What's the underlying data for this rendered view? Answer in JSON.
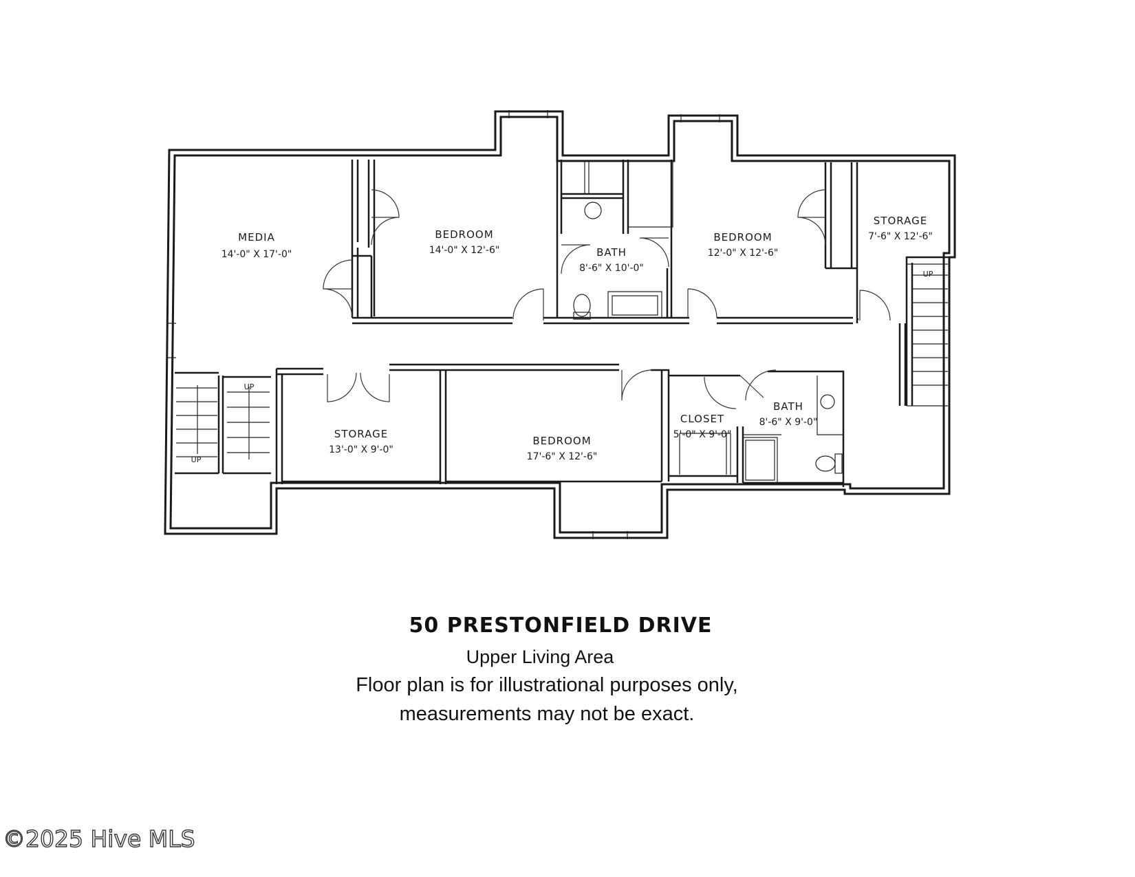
{
  "plan": {
    "rooms": [
      {
        "id": "media",
        "name": "MEDIA",
        "dims": "14'-0\" X 17'-0\""
      },
      {
        "id": "bedroom1",
        "name": "BEDROOM",
        "dims": "14'-0\" X 12'-6\""
      },
      {
        "id": "bath1",
        "name": "BATH",
        "dims": "8'-6\" X 10'-0\""
      },
      {
        "id": "bedroom2",
        "name": "BEDROOM",
        "dims": "12'-0\" X 12'-6\""
      },
      {
        "id": "storage1",
        "name": "STORAGE",
        "dims": "7'-6\" X 12'-6\""
      },
      {
        "id": "storage2",
        "name": "STORAGE",
        "dims": "13'-0\" X 9'-0\""
      },
      {
        "id": "bedroom3",
        "name": "BEDROOM",
        "dims": "17'-6\" X 12'-6\""
      },
      {
        "id": "closet",
        "name": "CLOSET",
        "dims": "5'-0\" X 9'-0\""
      },
      {
        "id": "bath2",
        "name": "BATH",
        "dims": "8'-6\" X 9'-0\""
      }
    ],
    "stair_labels": {
      "up_left_top": "UP",
      "up_left_bottom": "UP",
      "up_right": "UP"
    }
  },
  "caption": {
    "title": "50 PRESTONFIELD DRIVE",
    "subtitle": "Upper Living Area",
    "note_line1": "Floor plan is for illustrational purposes only,",
    "note_line2": "measurements may not be exact."
  },
  "watermark": "©2025 Hive MLS"
}
